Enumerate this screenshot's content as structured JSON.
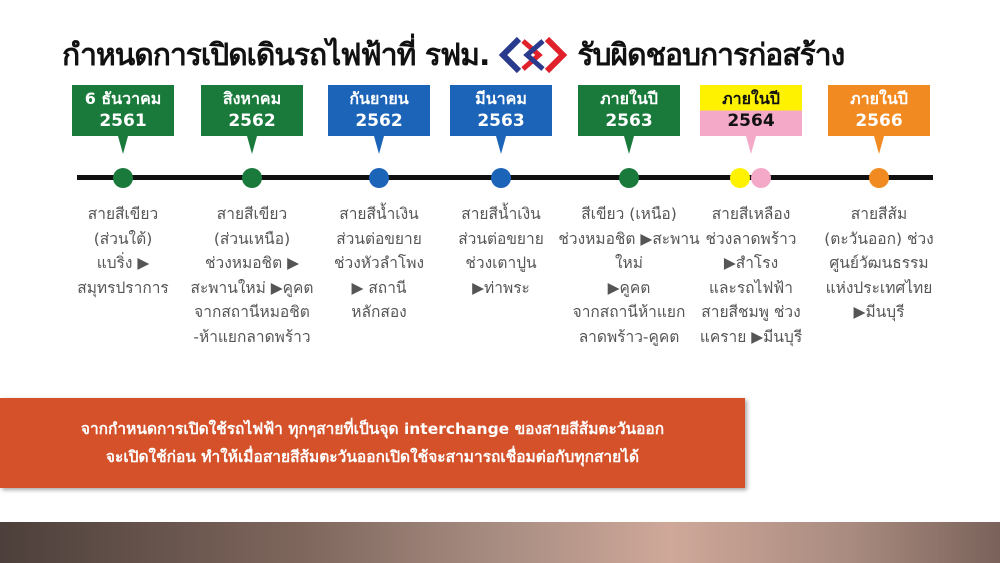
{
  "title": {
    "before_logo": "กำหนดการเปิดเดินรถไฟฟ้าที่ รฟม.",
    "after_logo": "รับผิดชอบการก่อสร้าง",
    "logo": "mrta-logo"
  },
  "colors": {
    "green": "#1a7a3c",
    "blue": "#1c64b8",
    "yellow": "#fff200",
    "pink": "#f4a9c9",
    "orange": "#f28a22",
    "banner": "#d4512a"
  },
  "milestones": [
    {
      "label": "6 ธันวาคม",
      "year": "2561",
      "color": "#1a7a3c",
      "desc": [
        "สายสีเขียว",
        "(ส่วนใต้)",
        "แบริ่ง ▶",
        "สมุทรปราการ"
      ]
    },
    {
      "label": "สิงหาคม",
      "year": "2562",
      "color": "#1a7a3c",
      "desc": [
        "สายสีเขียว",
        "(ส่วนเหนือ)",
        "ช่วงหมอชิต ▶",
        "สะพานใหม่ ▶คูคต",
        "จากสถานีหมอชิต",
        "-ห้าแยกลาดพร้าว"
      ]
    },
    {
      "label": "กันยายน",
      "year": "2562",
      "color": "#1c64b8",
      "desc": [
        "สายสีน้ำเงิน",
        "ส่วนต่อขยาย",
        "ช่วงหัวลำโพง",
        "▶ สถานี",
        "หลักสอง"
      ]
    },
    {
      "label": "มีนาคม",
      "year": "2563",
      "color": "#1c64b8",
      "desc": [
        "สายสีน้ำเงิน",
        "ส่วนต่อขยาย",
        "ช่วงเตาปูน",
        "▶ท่าพระ"
      ]
    },
    {
      "label": "ภายในปี",
      "year": "2563",
      "color": "#1a7a3c",
      "desc": [
        "สีเขียว (เหนือ)",
        "ช่วงหมอชิต ▶สะพาน",
        "ใหม่",
        "▶คูคต",
        "จากสถานีห้าแยก",
        "ลาดพร้าว-คูคต"
      ]
    },
    {
      "label": "ภายในปี",
      "year": "2564",
      "color": "#fff200",
      "color2": "#f4a9c9",
      "desc": [
        "สายสีเหลือง",
        "ช่วงลาดพร้าว",
        "▶สำโรง",
        "และรถไฟฟ้า",
        "สายสีชมพู ช่วง",
        "แคราย ▶มีนบุรี"
      ]
    },
    {
      "label": "ภายในปี",
      "year": "2566",
      "color": "#f28a22",
      "desc": [
        "สายสีส้ม",
        "(ตะวันออก) ช่วง",
        "ศูนย์วัฒนธรรม",
        "แห่งประเทศไทย",
        "▶มีนบุรี"
      ]
    }
  ],
  "banner": {
    "line1": "จากกำหนดการเปิดใช้รถไฟฟ้า ทุกๆสายที่เป็นจุด interchange ของสายสีส้มตะวันออก",
    "line2": "จะเปิดใช้ก่อน ทำให้เมื่อสายสีส้มตะวันออกเปิดใช้จะสามารถเชื่อมต่อกับทุกสายได้"
  }
}
